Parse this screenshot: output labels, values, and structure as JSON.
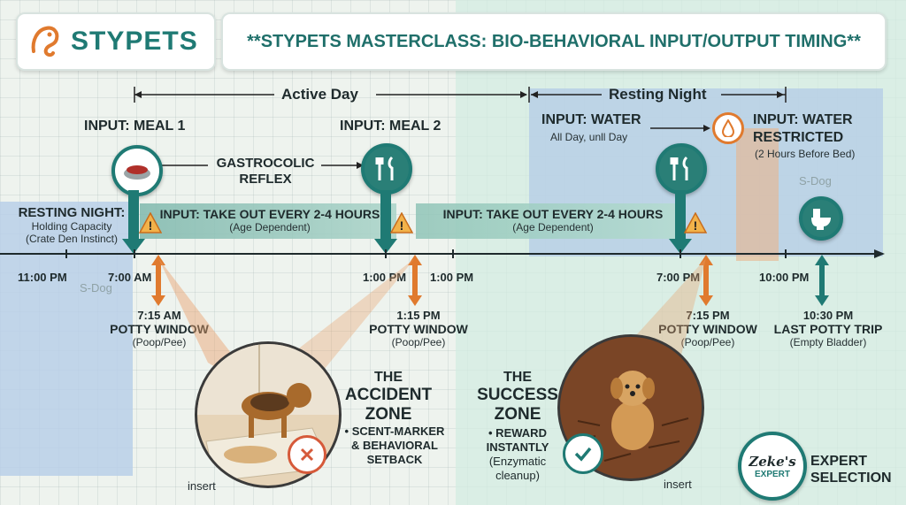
{
  "brand": {
    "logo_text": "STYPETS"
  },
  "header": {
    "title": "**STYPETS MASTERCLASS: BIO-BEHAVIORAL INPUT/OUTPUT TIMING**"
  },
  "spans": {
    "active_day": "Active Day",
    "resting_night": "Resting Night"
  },
  "inputs": {
    "meal1": "INPUT: MEAL 1",
    "meal2": "INPUT: MEAL 2",
    "water_title": "INPUT: WATER",
    "water_sub": "All Day, unll Day",
    "water_restricted_line1": "INPUT: WATER",
    "water_restricted_line2": "RESTRICTED",
    "water_restricted_sub": "(2 Hours Before Bed)"
  },
  "gastrocolic": {
    "line1": "GASTROCOLIC",
    "line2": "REFLEX"
  },
  "resting_left": {
    "title": "RESTING NIGHT:",
    "line1": "Holding Capacity",
    "line2": "(Crate Den Instinct)"
  },
  "takeouts": [
    {
      "title": "INPUT: TAKE OUT EVERY 2-4 HOURS",
      "sub": "(Age Dependent)"
    },
    {
      "title": "INPUT: TAKE OUT EVERY 2-4 HOURS",
      "sub": "(Age Dependent)"
    }
  ],
  "timeline_ticks": [
    "11:00 PM",
    "7:00 AM",
    "1:00 PM",
    "1:00 PM",
    "7:00 PM",
    "10:00 PM"
  ],
  "watermarks": [
    "S-Dog",
    "S-Dog"
  ],
  "outputs": [
    {
      "time": "7:15 AM",
      "title": "POTTY WINDOW",
      "sub": "(Poop/Pee)"
    },
    {
      "time": "1:15 PM",
      "title": "POTTY WINDOW",
      "sub": "(Poop/Pee)"
    },
    {
      "time": "7:15 PM",
      "title": "POTTY WINDOW",
      "sub": "(Poop/Pee)"
    },
    {
      "time": "10:30 PM",
      "title": "LAST POTTY TRIP",
      "sub": "(Empty Bladder)"
    }
  ],
  "accident": {
    "the": "THE",
    "line1": "ACCIDENT",
    "line2": "ZONE",
    "b1": "• SCENT-MARKER",
    "b2": "& BEHAVIORAL",
    "b3": "SETBACK",
    "insert": "insert"
  },
  "success": {
    "the": "THE",
    "line1": "SUCCESS",
    "line2": "ZONE",
    "b1": "• REWARD",
    "b2": "INSTANTLY",
    "b3": "(Enzymatic",
    "b4": "cleanup)",
    "insert": "insert"
  },
  "badge": {
    "script": "Zeke's",
    "label": "EXPERT",
    "side1": "EXPERT",
    "side2": "SELECTION"
  },
  "colors": {
    "teal": "#1f7a74",
    "orange": "#e07a2e",
    "blue_zone": "#b9d0ea",
    "green_zone": "#d2ece2"
  }
}
